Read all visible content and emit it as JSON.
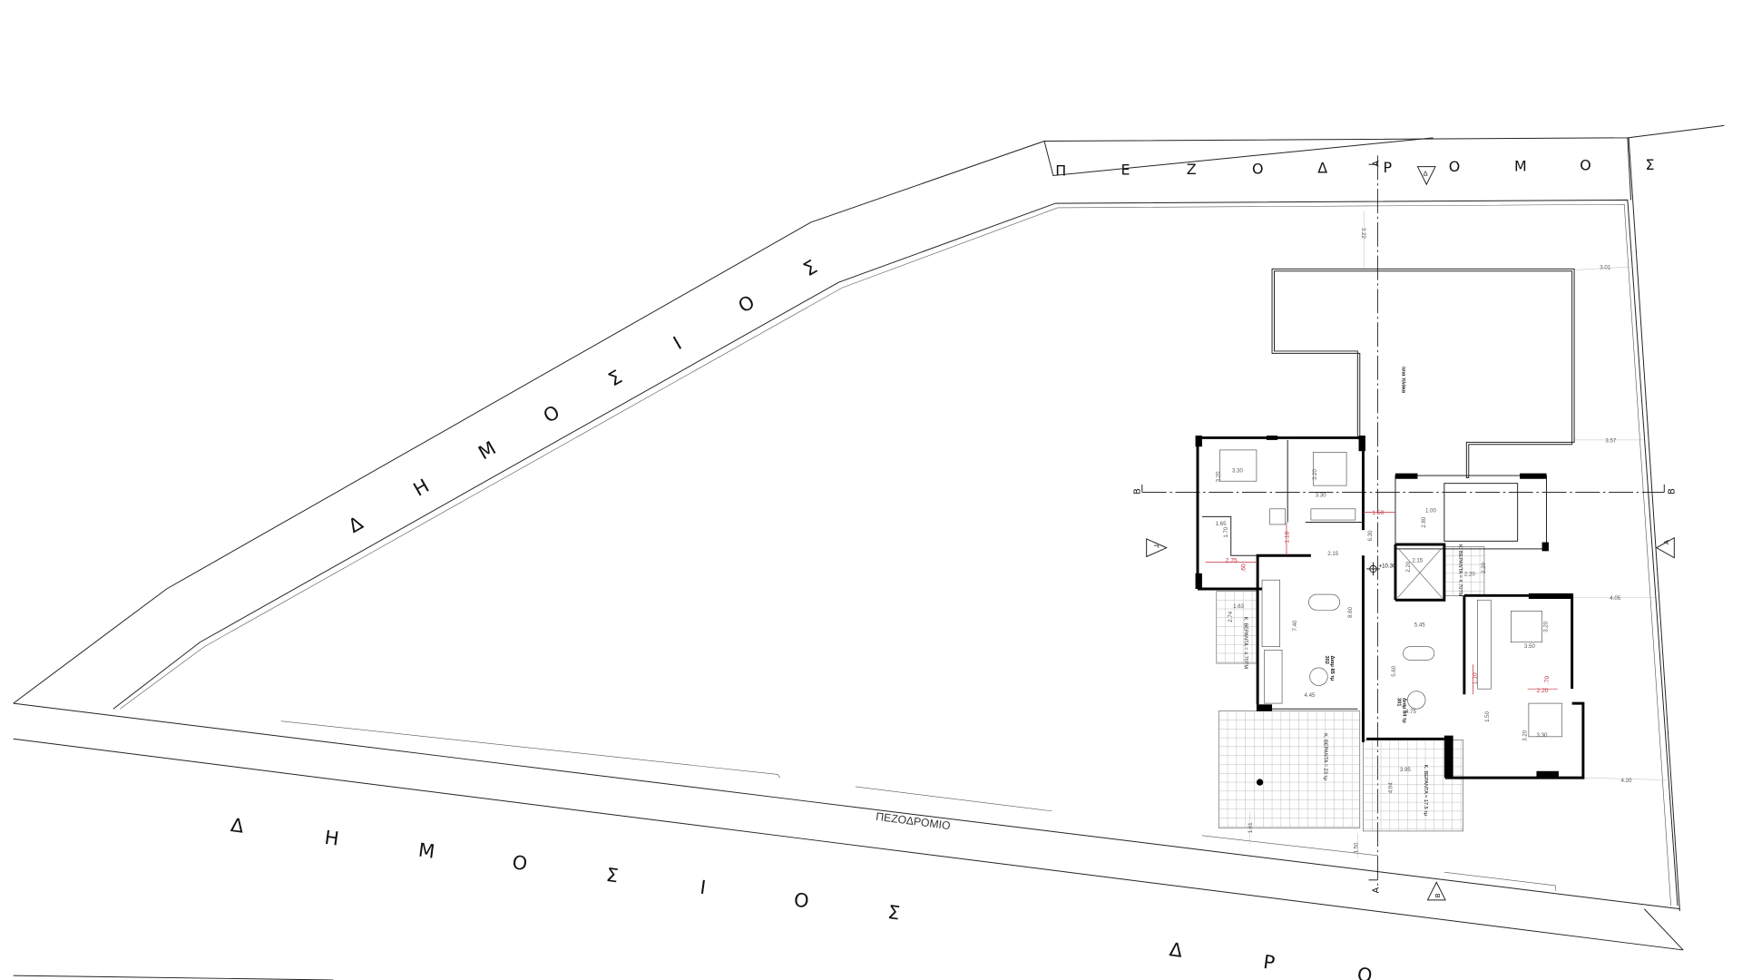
{
  "streets": {
    "top": "ΠΕΖΟΔΡΟΜΟΣ",
    "left": "ΔΗΜΟΣΙΟΣ",
    "bottom": "ΔΗΜΟΣΙΟΣ ΔΡΟ",
    "sidewalk": "ΠΕΖΟΔΡΟΜΙΟ"
  },
  "sections": {
    "a": "A",
    "b": "B"
  },
  "view_markers": {
    "top": "Δ",
    "left": "Γ",
    "right": "A",
    "bottom": "B"
  },
  "roof_label": "ίσια πλάκα",
  "level": "+10.30",
  "units": {
    "u302": {
      "number": "302",
      "area": "Διαμ 85 τμ"
    },
    "u301": {
      "number": "301",
      "area": "Διαμ 84 τμ"
    }
  },
  "verandas": {
    "v1": "Κ. ΒΕΡΑΝΤΑ = 4.70ΤΜ",
    "v2": "Κ. ΒΕΡΑΝΤΑ = 4.70ΤΜ",
    "v3": "Κ. ΒΕΡΑΝΤΑ = 23 τμ",
    "v4": "Κ. ΒΕΡΑΝΤΑ = 17.5 τμ"
  },
  "dimensions": [
    "3.22",
    "3.01",
    "3.57",
    "4.05",
    "4.20",
    "3.30",
    "3.20",
    "3.20",
    "3.30",
    "1.65",
    "1.70",
    "2.15",
    "6.30",
    "1.00",
    "2.80",
    "2.15",
    "2.20",
    "2.20",
    "2.20",
    "1.63",
    "2.74",
    "7.40",
    "8.60",
    "4.45",
    "5.45",
    "3.20",
    "3.50",
    "5.60",
    "4.75",
    "1.50",
    "3.20",
    "3.30",
    "3.95",
    "4.04",
    "1.61",
    "1.50"
  ],
  "red_dimensions": [
    "1.50",
    "1.10",
    "2.75",
    ".60",
    "1.10",
    ".70",
    "2.20"
  ]
}
